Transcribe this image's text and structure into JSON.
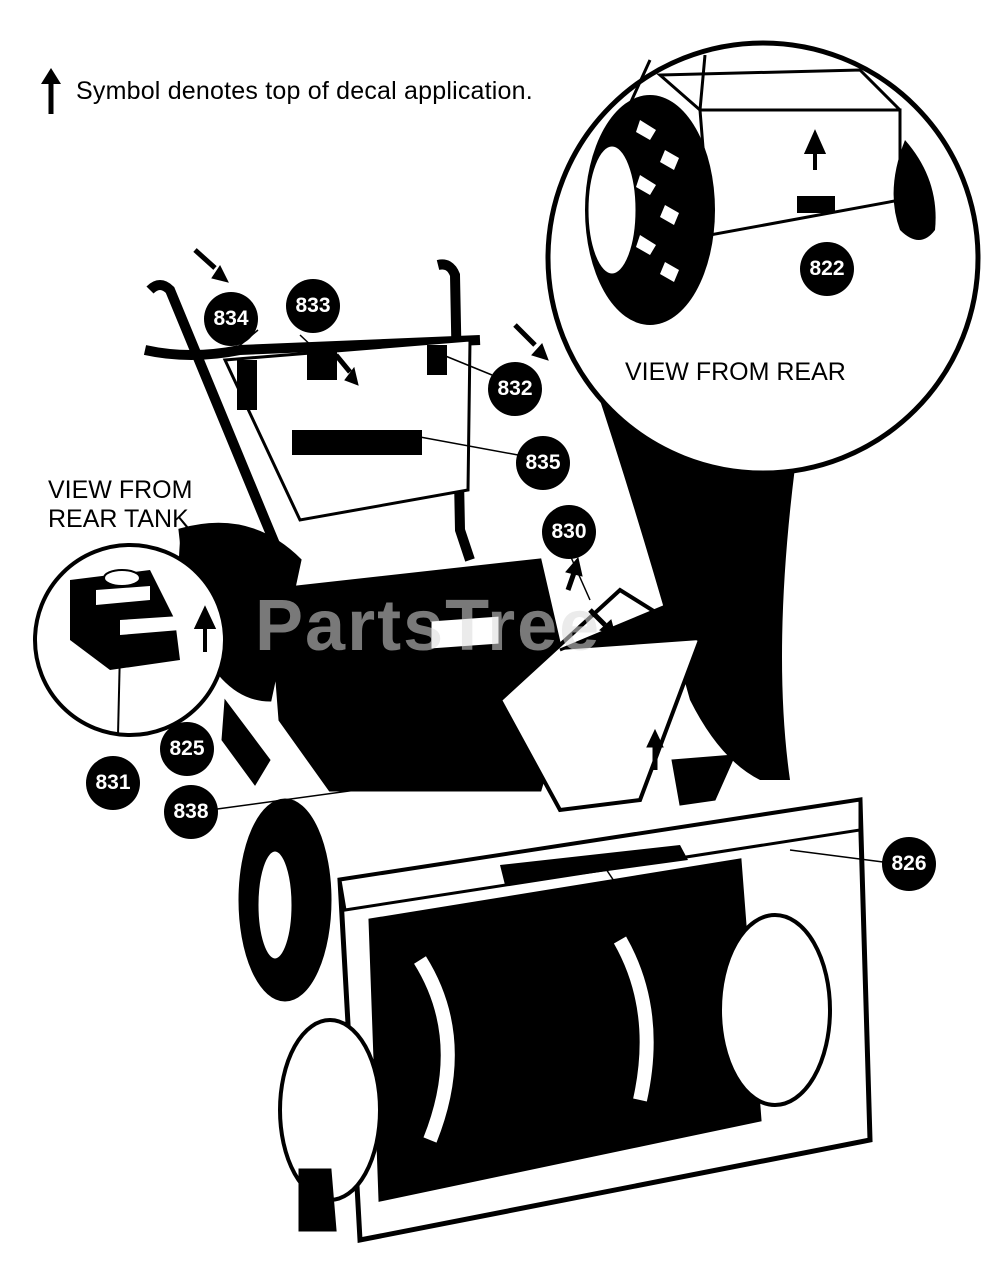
{
  "legend": {
    "text": "Symbol denotes top of decal application.",
    "icon": "up-arrow-icon"
  },
  "views": {
    "rear_tank": [
      "VIEW FROM",
      "REAR TANK"
    ],
    "rear": "VIEW FROM REAR"
  },
  "callouts": {
    "c822": "822",
    "c834": "834",
    "c833": "833",
    "c832": "832",
    "c835": "835",
    "c830": "830",
    "c831": "831",
    "c825": "825",
    "c838": "838",
    "c826": "826"
  },
  "watermark": "PartsTree"
}
